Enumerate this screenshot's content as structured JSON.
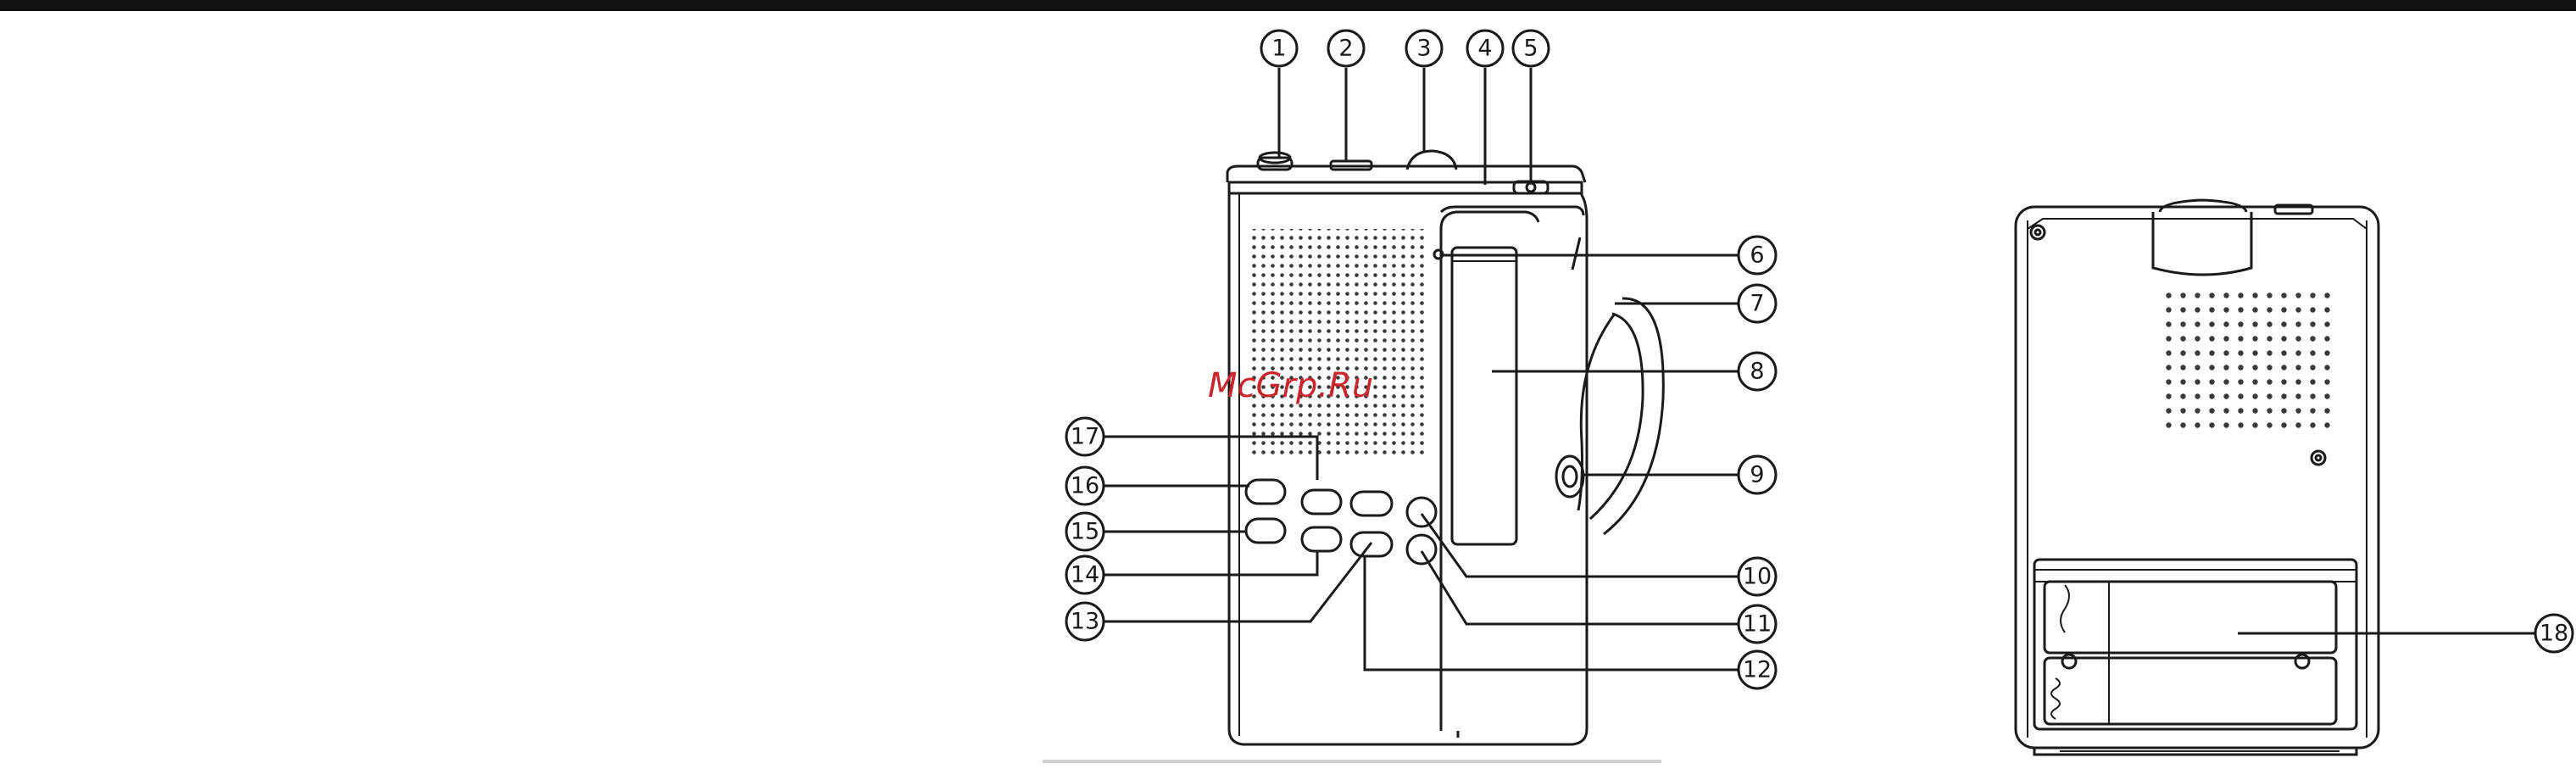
{
  "watermark": "McGrp.Ru",
  "callouts": {
    "c1": "1",
    "c2": "2",
    "c3": "3",
    "c4": "4",
    "c5": "5",
    "c6": "6",
    "c7": "7",
    "c8": "8",
    "c9": "9",
    "c10": "10",
    "c11": "11",
    "c12": "12",
    "c13": "13",
    "c14": "14",
    "c15": "15",
    "c16": "16",
    "c17": "17",
    "c18": "18"
  },
  "colors": {
    "top_bar": "#111111",
    "line": "#1a1a1a",
    "watermark": "#c8262c"
  }
}
